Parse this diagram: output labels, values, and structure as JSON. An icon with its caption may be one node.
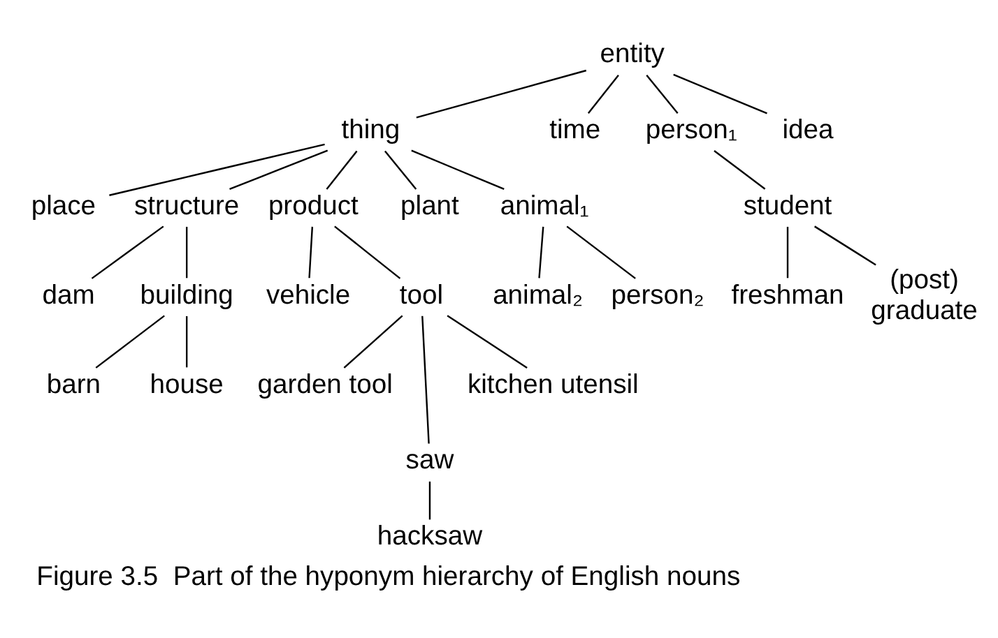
{
  "diagram": {
    "caption": "Figure 3.5  Part of the hyponym hierarchy of English nouns",
    "nodes": [
      {
        "text": [
          "entity"
        ]
      },
      {
        "text": [
          "thing"
        ]
      },
      {
        "text": [
          "time"
        ]
      },
      {
        "text": [
          "person₁"
        ]
      },
      {
        "text": [
          "idea"
        ]
      },
      {
        "text": [
          "place"
        ]
      },
      {
        "text": [
          "structure"
        ]
      },
      {
        "text": [
          "product"
        ]
      },
      {
        "text": [
          "plant"
        ]
      },
      {
        "text": [
          "animal₁"
        ]
      },
      {
        "text": [
          "student"
        ]
      },
      {
        "text": [
          "dam"
        ]
      },
      {
        "text": [
          "building"
        ]
      },
      {
        "text": [
          "vehicle"
        ]
      },
      {
        "text": [
          "tool"
        ]
      },
      {
        "text": [
          "animal₂"
        ]
      },
      {
        "text": [
          "person₂"
        ]
      },
      {
        "text": [
          "freshman"
        ]
      },
      {
        "text": [
          "(post) graduate"
        ]
      },
      {
        "text": [
          "barn"
        ]
      },
      {
        "text": [
          "house"
        ]
      },
      {
        "text": [
          "garden tool"
        ]
      },
      {
        "text": [
          "kitchen utensil"
        ]
      },
      {
        "text": [
          "saw"
        ]
      },
      {
        "text": [
          "hacksaw"
        ]
      }
    ],
    "edges": [
      {
        "from": 0,
        "to": 1,
        "arrow": "none"
      },
      {
        "from": 0,
        "to": 2,
        "arrow": "none"
      },
      {
        "from": 0,
        "to": 3,
        "arrow": "none"
      },
      {
        "from": 0,
        "to": 4,
        "arrow": "none"
      },
      {
        "from": 1,
        "to": 5,
        "arrow": "none"
      },
      {
        "from": 1,
        "to": 6,
        "arrow": "none"
      },
      {
        "from": 1,
        "to": 7,
        "arrow": "none"
      },
      {
        "from": 1,
        "to": 8,
        "arrow": "none"
      },
      {
        "from": 1,
        "to": 9,
        "arrow": "none"
      },
      {
        "from": 3,
        "to": 10,
        "arrow": "none"
      },
      {
        "from": 6,
        "to": 11,
        "arrow": "none"
      },
      {
        "from": 6,
        "to": 12,
        "arrow": "none"
      },
      {
        "from": 7,
        "to": 13,
        "arrow": "none"
      },
      {
        "from": 7,
        "to": 14,
        "arrow": "none"
      },
      {
        "from": 9,
        "to": 15,
        "arrow": "none"
      },
      {
        "from": 9,
        "to": 16,
        "arrow": "none"
      },
      {
        "from": 10,
        "to": 17,
        "arrow": "none"
      },
      {
        "from": 10,
        "to": 18,
        "arrow": "none"
      },
      {
        "from": 12,
        "to": 19,
        "arrow": "none"
      },
      {
        "from": 12,
        "to": 20,
        "arrow": "none"
      },
      {
        "from": 14,
        "to": 21,
        "arrow": "none"
      },
      {
        "from": 14,
        "to": 23,
        "arrow": "none"
      },
      {
        "from": 14,
        "to": 22,
        "arrow": "none"
      },
      {
        "from": 23,
        "to": 24,
        "arrow": "none"
      }
    ]
  }
}
